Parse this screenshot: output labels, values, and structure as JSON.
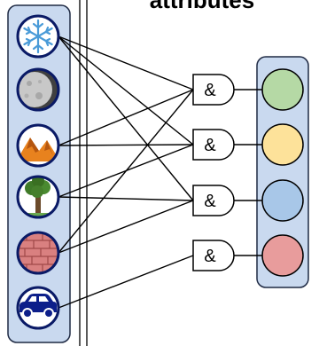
{
  "title": "attributes",
  "gate_symbol": "&",
  "attributes": [
    {
      "icon": "snowflake-icon"
    },
    {
      "icon": "moon-icon"
    },
    {
      "icon": "mountains-icon"
    },
    {
      "icon": "tree-icon"
    },
    {
      "icon": "brick-wall-icon"
    },
    {
      "icon": "car-icon"
    }
  ],
  "outputs": [
    {
      "color": "#b5d9a5"
    },
    {
      "color": "#fde29a"
    },
    {
      "color": "#a8c7e8"
    },
    {
      "color": "#e89c9c"
    }
  ],
  "connections": [
    {
      "from": 0,
      "to": 0
    },
    {
      "from": 0,
      "to": 1
    },
    {
      "from": 0,
      "to": 2
    },
    {
      "from": 2,
      "to": 0
    },
    {
      "from": 2,
      "to": 1
    },
    {
      "from": 3,
      "to": 1
    },
    {
      "from": 3,
      "to": 2
    },
    {
      "from": 4,
      "to": 0
    },
    {
      "from": 4,
      "to": 2
    },
    {
      "from": 5,
      "to": 3
    }
  ],
  "colors": {
    "panel_fill": "#c9d9ef",
    "panel_stroke": "#1f2a44",
    "icon_ring": "#0a1a66"
  }
}
